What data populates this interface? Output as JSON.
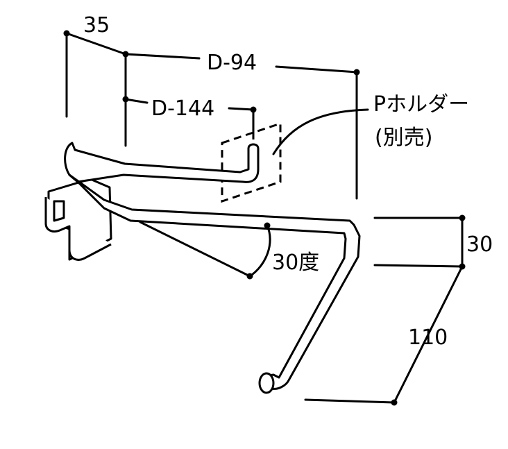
{
  "drawing": {
    "dimensions": {
      "top_offset": "35",
      "length_d94": "D-94",
      "length_d144": "D-144",
      "height_upper": "30",
      "height_lower": "110",
      "angle": "30度"
    },
    "callout": {
      "part_name": "Pホルダー",
      "note": "(別売)"
    }
  }
}
